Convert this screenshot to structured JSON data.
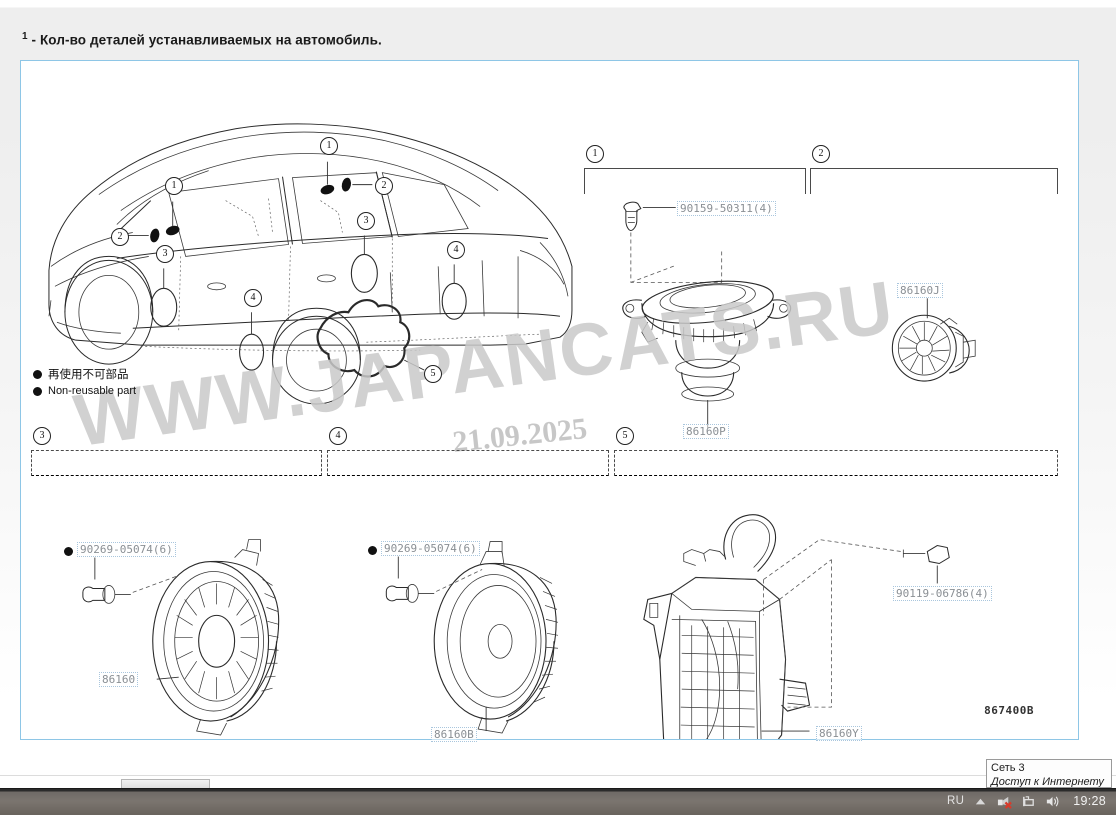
{
  "note": {
    "superscript": "1",
    "text": " - Кол-во деталей устанавливаемых на автомобиль."
  },
  "diagram": {
    "code": "867400B",
    "watermark": "WWW.JAPANCATS.RU",
    "watermark_date": "21.09.2025",
    "legend": {
      "japanese": "再使用不可部品",
      "english": "Non-reusable part"
    },
    "callouts": [
      {
        "id": "1",
        "label": "1"
      },
      {
        "id": "2",
        "label": "2"
      },
      {
        "id": "3",
        "label": "3"
      },
      {
        "id": "4",
        "label": "4"
      },
      {
        "id": "5",
        "label": "5"
      }
    ],
    "groups": [
      {
        "number": "1",
        "parts": [
          {
            "code": "90159-50311(4)",
            "nonreusable": false
          },
          {
            "code": "86160P",
            "nonreusable": false
          }
        ]
      },
      {
        "number": "2",
        "parts": [
          {
            "code": "86160J",
            "nonreusable": false
          }
        ]
      },
      {
        "number": "3",
        "parts": [
          {
            "code": "90269-05074(6)",
            "nonreusable": true
          },
          {
            "code": "86160",
            "nonreusable": false
          }
        ]
      },
      {
        "number": "4",
        "parts": [
          {
            "code": "90269-05074(6)",
            "nonreusable": true
          },
          {
            "code": "86160B",
            "nonreusable": false
          }
        ]
      },
      {
        "number": "5",
        "parts": [
          {
            "code": "90119-06786(4)",
            "nonreusable": false
          },
          {
            "code": "86160Y",
            "nonreusable": false
          }
        ]
      }
    ]
  },
  "taskbar": {
    "language": "RU",
    "clock": "19:28",
    "tooltip": {
      "line1": "Сеть 3",
      "line2": "Доступ к Интернету"
    }
  },
  "colors": {
    "frame_border": "#8ec6e6",
    "watermark": "#c9c9c9",
    "part_label": "#8a8f94",
    "taskbar": "#6f6a66"
  }
}
